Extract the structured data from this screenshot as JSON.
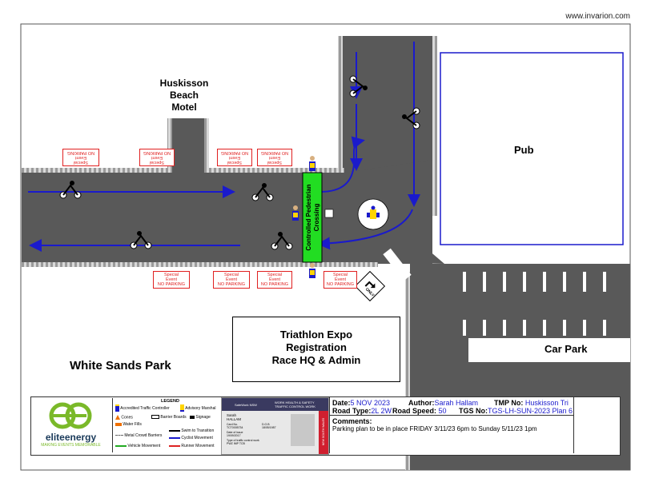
{
  "site_url": "www.invarion.com",
  "labels": {
    "motel": [
      "Huskisson",
      "Beach",
      "Motel"
    ],
    "pub": "Pub",
    "car_park": "Car Park",
    "park": "White Sands Park",
    "expo": [
      "Triathlon Expo",
      "Registration",
      "Race HQ & Admin"
    ],
    "crossing": [
      "Controlled Pedestrian",
      "Crossing"
    ],
    "only_sign": "ONLY"
  },
  "signs": {
    "top": [
      "Special\nEvent\nNO PARKING",
      "Special\nEvent\nNO PARKING",
      "Special\nEvent\nNO PARKING",
      "Special\nEvent\nNO PARKING"
    ],
    "bottom": [
      "Special\nEvent\nNO PARKING",
      "Special\nEvent\nNO PARKING",
      "Special\nEvent\nNO PARKING",
      "Special\nEvent\nNO PARKING"
    ]
  },
  "legend": {
    "title": "LEGEND",
    "items": [
      "Accredited Traffic Controller",
      "Advisory Marshal",
      "Cones",
      "Barrier Boards",
      "Signage",
      "Water Fills",
      "Metal Crowd Barriers",
      "Swim to Transition",
      "Cyclist Movement",
      "Vehicle Movement",
      "Runner Movement"
    ],
    "colors": {
      "swim": "#000000",
      "cyclist": "#1a1acc",
      "vehicle": "#22aa22",
      "runner": "#dd2222"
    }
  },
  "logo": {
    "name": "eliteenergy",
    "tagline": "MAKING EVENTS MEMORABLE",
    "color": "#7ab929"
  },
  "card": {
    "issuer": "SafeWork NSW",
    "title": [
      "WORK HEALTH & SAFETY",
      "TRAFFIC CONTROL WORK"
    ],
    "name": [
      "Sarah",
      "HALLAM"
    ],
    "card_no_label": "Card No.",
    "card_no": "TCT0005734",
    "dob_label": "D.O.B",
    "dob": "18/05/1987",
    "issue_label": "Date of issue",
    "issue": "19/09/2017",
    "type_label": "Type of traffic control work",
    "type": "PWZ  IMP  TCB",
    "side": "NEW SOUTH WALES"
  },
  "plan_info": {
    "date_label": "Date:",
    "date": "5 NOV 2023",
    "author_label": "Author:",
    "author": "Sarah Hallam",
    "tmp_label": "TMP No:",
    "tmp": "Huskisson Tri",
    "road_type_label": "Road Type:",
    "road_type": "2L 2W",
    "road_speed_label": "Road Speed:",
    "road_speed": "50",
    "tgs_label": "TGS No:",
    "tgs": "TGS-LH-SUN-2023 Plan 6",
    "comments_label": "Comments:",
    "comments": "Parking plan to be in place FRIDAY 3/11/23 6pm to Sunday 5/11/23 1pm"
  },
  "colors": {
    "road": "#555555",
    "kerb": "#8a8a8a",
    "crossing": "#22dd22",
    "arrow": "#1a1acc",
    "building": "#1a1acc"
  }
}
